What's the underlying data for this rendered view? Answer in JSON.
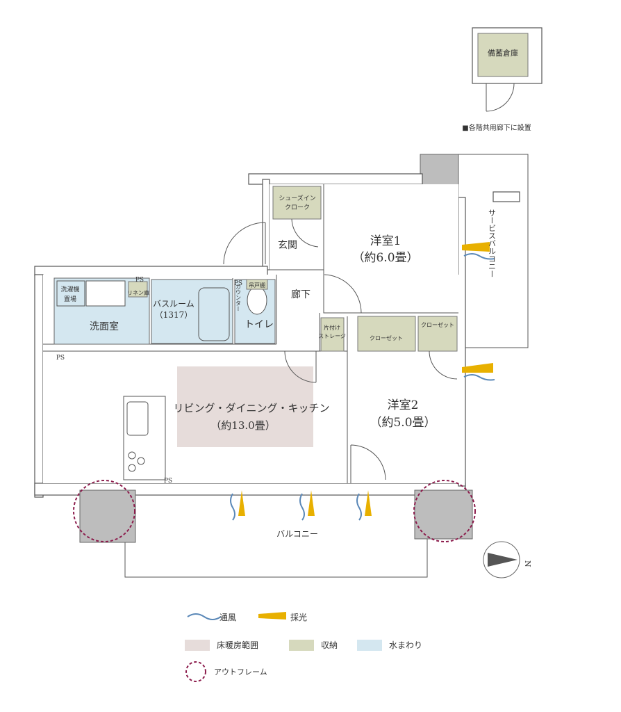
{
  "storage_note": {
    "room": "備蓄倉庫",
    "note": "■各階共用廊下に設置"
  },
  "rooms": {
    "shoes_in": [
      "シューズイン",
      "クローク"
    ],
    "genkan": "玄関",
    "western1": {
      "name": "洋室1",
      "size": "（約6.0畳）"
    },
    "service_balcony": "サービスバルコニー",
    "hallway": "廊下",
    "ps": "PS",
    "washer": [
      "洗濯機",
      "置場"
    ],
    "linen": "リネン庫",
    "bathroom": {
      "name": "バスルーム",
      "size": "（1317）"
    },
    "hanging_cabinet": "吊戸棚",
    "counter": "カウンター",
    "toilet": "トイレ",
    "washroom": "洗面室",
    "katazuke": [
      "片付け",
      "ストレージ"
    ],
    "closet": "クローゼット",
    "ldk": {
      "name": "リビング・ダイニング・キッチン",
      "size": "（約13.0畳）"
    },
    "western2": {
      "name": "洋室2",
      "size": "（約5.0畳）"
    },
    "balcony": "バルコニー"
  },
  "compass": {
    "label": "N"
  },
  "legend": {
    "ventilation": "通風",
    "daylight": "採光",
    "floor_heating": "床暖房範囲",
    "storage": "収納",
    "water": "水まわり",
    "outframe": "アウトフレーム"
  },
  "colors": {
    "floor_heating": "#e6dcda",
    "storage": "#d6d9bd",
    "water": "#d4e7f0",
    "outframe": "#8c1c4c",
    "wind": "#5a88b8",
    "light": "#e8b000"
  }
}
